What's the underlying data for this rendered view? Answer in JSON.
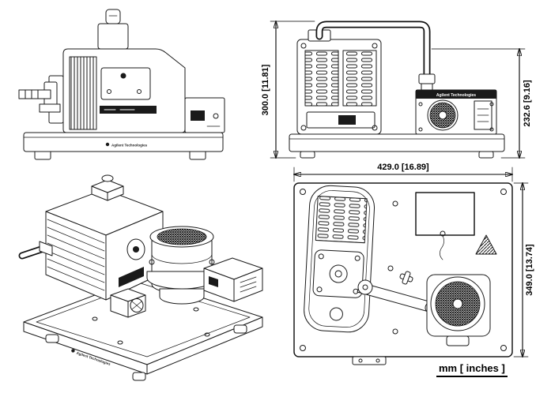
{
  "drawing": {
    "brand": "Agilent Technologies",
    "units_note": "mm [ inches ]",
    "colors": {
      "ink": "#1a1a1a",
      "background": "#ffffff"
    },
    "views": {
      "rear": {
        "dim_height_total": "300.0 [11.81]",
        "dim_height_pump": "232.6 [9.16]"
      },
      "top": {
        "dim_width": "429.0 [16.89]",
        "dim_depth": "349.0 [13.74]"
      }
    }
  }
}
